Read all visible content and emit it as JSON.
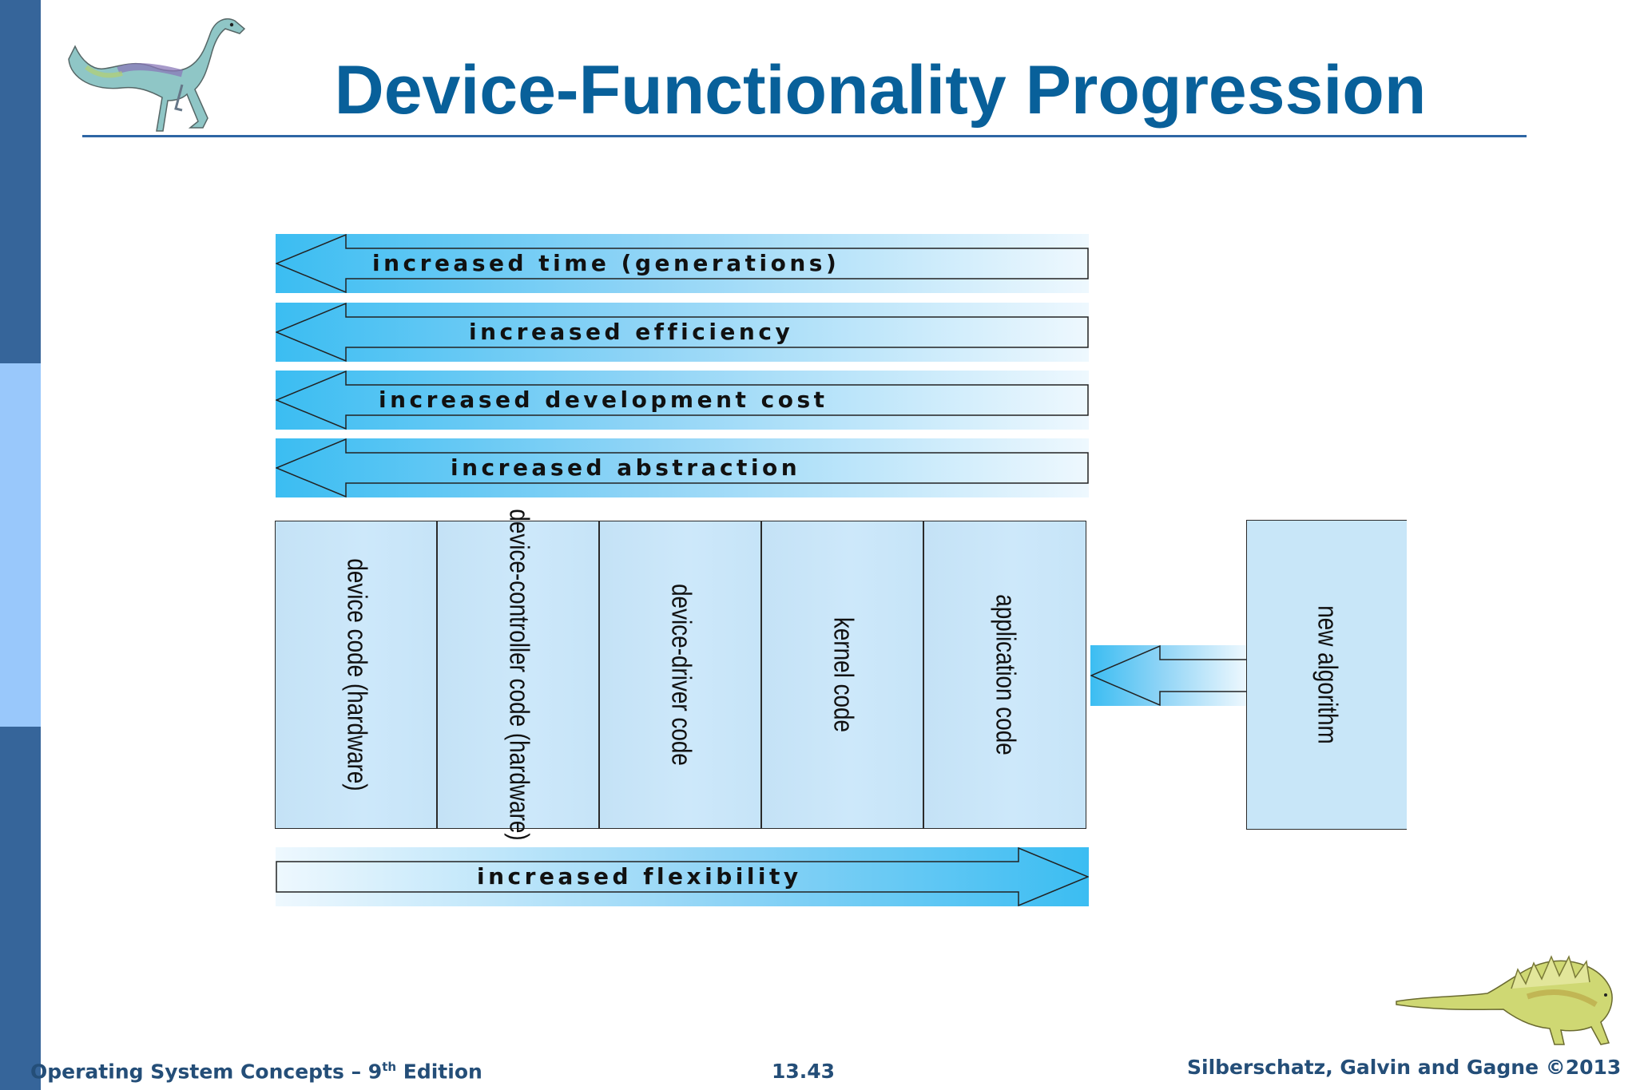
{
  "slide": {
    "title": "Device-Functionality Progression",
    "mascot_top_left": "dinosaur-mascot-icon",
    "mascot_bottom_right": "stegosaurus-mascot-icon"
  },
  "diagram": {
    "left_arrows": [
      {
        "label": "increased time (generations)",
        "direction": "left"
      },
      {
        "label": "increased efficiency",
        "direction": "left"
      },
      {
        "label": "increased development cost",
        "direction": "left"
      },
      {
        "label": "increased abstraction",
        "direction": "left"
      }
    ],
    "layers": [
      {
        "label": "device code (hardware)"
      },
      {
        "label": "device-controller code (hardware)"
      },
      {
        "label": "device-driver code"
      },
      {
        "label": "kernel code"
      },
      {
        "label": "application code"
      }
    ],
    "new_algorithm_label": "new algorithm",
    "bottom_arrow": {
      "label": "increased flexibility",
      "direction": "right"
    },
    "colors": {
      "arrow_strong": "#3bbdf2",
      "arrow_light": "#eef8fe",
      "box_fill": "#c8e6f8",
      "title": "#08609a",
      "sidebar_dark": "#36659a",
      "sidebar_light": "#99c8fb"
    }
  },
  "footer": {
    "book_title_prefix": "Operating System Concepts – 9",
    "edition_sup": "th",
    "edition_suffix": " Edition",
    "page_number": "13.43",
    "copyright": "Silberschatz, Galvin and Gagne ©2013"
  }
}
